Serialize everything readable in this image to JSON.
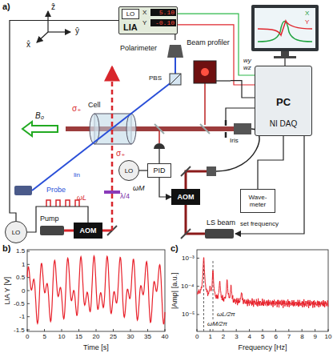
{
  "diagram": {
    "nodes": [
      {
        "text": [
          "LIA"
        ]
      },
      {
        "text": [
          "LO"
        ],
        "in": 0
      },
      {
        "text": [
          "PC",
          "NI DAQ"
        ]
      },
      {
        "text": [
          "Beam profiler"
        ]
      },
      {
        "text": [
          "Polarimeter"
        ]
      },
      {
        "text": [
          "Cell"
        ]
      },
      {
        "text": [
          "LO"
        ]
      },
      {
        "text": [
          "AOM"
        ]
      },
      {
        "text": [
          "PID"
        ]
      },
      {
        "text": [
          "LO"
        ]
      },
      {
        "text": [
          "AOM"
        ]
      },
      {
        "text": [
          "Wave- meter"
        ]
      }
    ],
    "edges": [
      {
        "from": 6,
        "to": 0,
        "arrow": "none"
      },
      {
        "from": 6,
        "to": 7,
        "arrow": "none"
      },
      {
        "from": 4,
        "to": 0,
        "arrow": "none"
      },
      {
        "from": 0,
        "to": 2,
        "arrow": "none"
      },
      {
        "from": 0,
        "to": 2,
        "arrow": "none"
      },
      {
        "from": 3,
        "to": 2,
        "arrow": "none"
      },
      {
        "from": 9,
        "to": 8,
        "arrow": "none"
      },
      {
        "from": 8,
        "to": 10,
        "arrow": "to"
      },
      {
        "from": 11,
        "to": 2,
        "arrow": "none"
      }
    ],
    "labels": [
      "a)",
      "ẑ",
      "x̂",
      "ŷ",
      "X",
      "5.10",
      "Y",
      "-0.10",
      "X",
      "Y",
      "PBS",
      "wy",
      "wz",
      "Iris",
      "B₀",
      "σ₊",
      "σ₊",
      "lin",
      "Probe",
      "λ/4",
      "ωL",
      "Pump",
      "LS beam",
      "ωM",
      "set frequency",
      "b)",
      "LIA Y [V]",
      "Time [s]",
      "1.5",
      "1",
      "0.5",
      "0",
      "-0.5",
      "-1",
      "-1.5",
      "0",
      "5",
      "10",
      "15",
      "20",
      "25",
      "30",
      "35",
      "40",
      "c)",
      "|Amp| [a.u.]",
      "Frequency [Hz]",
      "10⁻³",
      "10⁻⁴",
      "10⁻⁵",
      "0",
      "1",
      "2",
      "3",
      "4",
      "5",
      "6",
      "7",
      "8",
      "9",
      "10",
      "ωM/2π",
      "ωL/2π"
    ]
  }
}
